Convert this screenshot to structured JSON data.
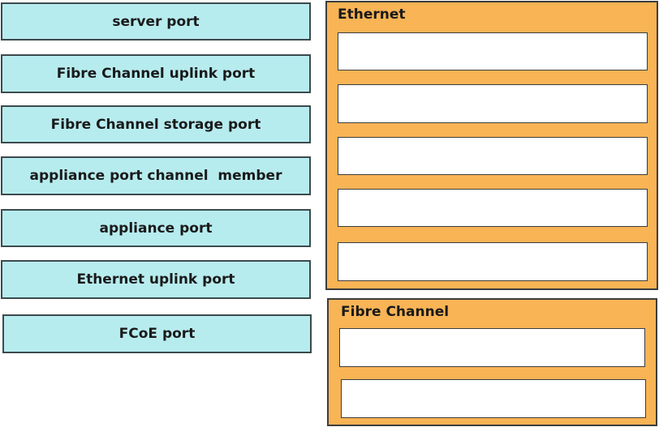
{
  "items": [
    "server port",
    "Fibre Channel uplink port",
    "Fibre Channel storage port",
    "appliance port channel  member",
    "appliance port",
    "Ethernet uplink port",
    "FCoE port"
  ],
  "targets": {
    "ethernet": {
      "title": "Ethernet",
      "slot_count": 5
    },
    "fibre_channel": {
      "title": "Fibre Channel",
      "slot_count": 2
    }
  },
  "colors": {
    "item_fill": "#b7ecef",
    "group_fill": "#f8b455",
    "slot_fill": "#ffffff",
    "border": "#3c3c3c"
  }
}
